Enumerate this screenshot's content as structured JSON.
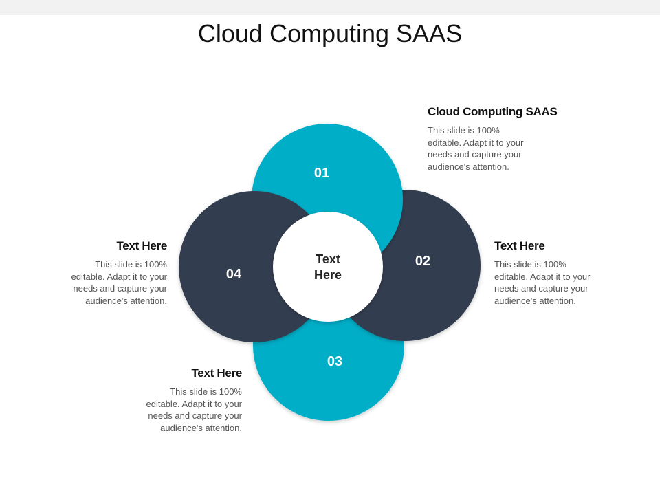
{
  "title": "Cloud Computing SAAS",
  "colors": {
    "teal": "#04aec8",
    "navy": "#333e4f",
    "center": "#ffffff",
    "heading": "#111111",
    "body": "#555555"
  },
  "center": {
    "line1": "Text",
    "line2": "Here"
  },
  "petals": [
    {
      "number": "01"
    },
    {
      "number": "02"
    },
    {
      "number": "03"
    },
    {
      "number": "04"
    }
  ],
  "labels": [
    {
      "heading": "Cloud Computing SAAS",
      "body": [
        "This slide is 100%",
        "editable. Adapt it to your",
        "needs and capture your",
        "audience's attention."
      ]
    },
    {
      "heading": "Text Here",
      "body": [
        "This slide is 100%",
        "editable. Adapt it to your",
        "needs and capture your",
        "audience's attention."
      ]
    },
    {
      "heading": "Text Here",
      "body": [
        "This slide is 100%",
        "editable. Adapt it to your",
        "needs and capture your",
        "audience's attention."
      ]
    },
    {
      "heading": "Text Here",
      "body": [
        "This slide is 100%",
        "editable. Adapt it to your",
        "needs and capture your",
        "audience's attention."
      ]
    }
  ]
}
